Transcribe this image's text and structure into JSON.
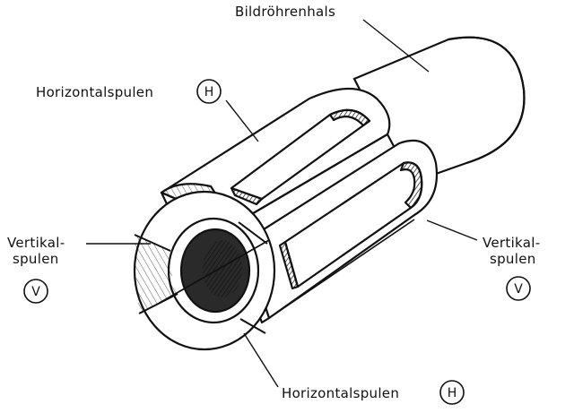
{
  "diagram": {
    "labels": {
      "neck": "Bildröhrenhals",
      "horizontal_top": "Horizontalspulen",
      "horizontal_top_mark": "H",
      "vertical_left_1": "Vertikal-",
      "vertical_left_2": "spulen",
      "vertical_left_mark": "V",
      "vertical_right_1": "Vertikal-",
      "vertical_right_2": "spulen",
      "vertical_right_mark": "V",
      "horizontal_bottom": "Horizontalspulen",
      "horizontal_bottom_mark": "H"
    },
    "colors": {
      "ink": "#111111",
      "paper": "#ffffff",
      "shade": "#3a3a3a"
    }
  }
}
